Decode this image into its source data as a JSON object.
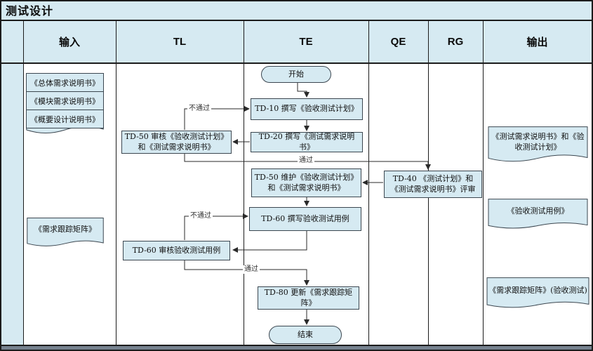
{
  "title": "测试设计",
  "lanes": {
    "input": "输入",
    "tl": "TL",
    "te": "TE",
    "qe": "QE",
    "rg": "RG",
    "output": "输出"
  },
  "nodes": {
    "start": "开始",
    "td10": "TD-10 撰写《验收测试计划》",
    "td20": "TD-20 撰写《测试需求说明书》",
    "td50_review": "TD-50 审核《验收测试计划》 和《测试需求说明书》",
    "td50_maintain": "TD-50 维护《验收测试计划》 和《测试需求说明书》",
    "td40": "TD-40 《测试计划》和 《测试需求说明书》评审",
    "td60_write": "TD-60 撰写验收测试用例",
    "td60_review": "TD-60 审核验收测试用例",
    "td80": "TD-80 更新《需求跟踪矩阵》",
    "end": "结束"
  },
  "documents": {
    "input_stack": [
      "《总体需求说明书》",
      "《模块需求说明书》",
      "《概要设计说明书》"
    ],
    "input_matrix": "《需求跟踪矩阵》",
    "output_plan": "《测试需求说明书》和《验收测试计划》",
    "output_cases": "《验收测试用例》",
    "output_matrix": "《需求跟踪矩阵》(验收测试)"
  },
  "edge_labels": {
    "fail1": "不通过",
    "pass1": "通过",
    "fail2": "不通过",
    "pass2": "通过"
  },
  "colors": {
    "shape_fill": "#d6eaf2",
    "grid_line": "#1c1c1c",
    "connector": "#2a2a2a",
    "shape_border": "#3c4750",
    "bottom_strip": "#76828f"
  }
}
